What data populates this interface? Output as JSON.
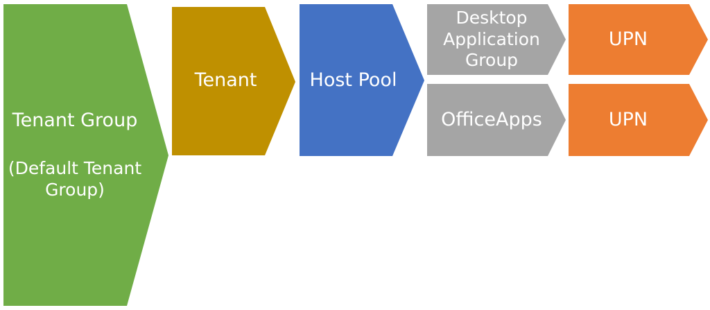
{
  "colors": {
    "tenant_group": "#70AD47",
    "tenant": "#BF9000",
    "host_pool": "#4472C4",
    "app_group": "#A5A5A5",
    "upn": "#ED7D31",
    "text": "#FFFFFF"
  },
  "nodes": {
    "tenant_group": {
      "title": "Tenant Group",
      "subtitle_line1": "(Default Tenant",
      "subtitle_line2": "Group)"
    },
    "tenant": {
      "title": "Tenant"
    },
    "host_pool": {
      "title": "Host Pool"
    },
    "desktop_app_group": {
      "line1": "Desktop",
      "line2": "Application",
      "line3": "Group"
    },
    "officeapps": {
      "title": "OfficeApps"
    },
    "upn_1": {
      "title": "UPN"
    },
    "upn_2": {
      "title": "UPN"
    }
  }
}
